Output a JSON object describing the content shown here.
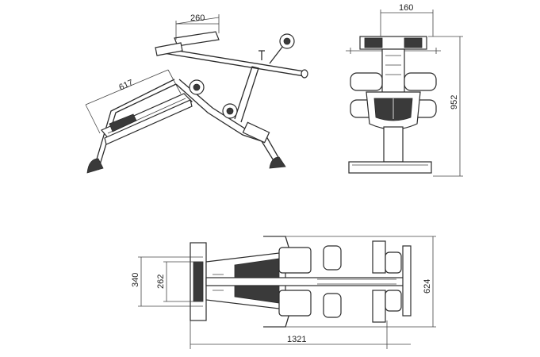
{
  "drawing": {
    "side_view": {
      "dim_backrest": "617",
      "dim_armpad": "260"
    },
    "front_view": {
      "dim_width": "160",
      "dim_height": "952"
    },
    "top_view": {
      "dim_length": "1321",
      "dim_overall_width": "624",
      "dim_outer": "340",
      "dim_inner": "262"
    }
  }
}
